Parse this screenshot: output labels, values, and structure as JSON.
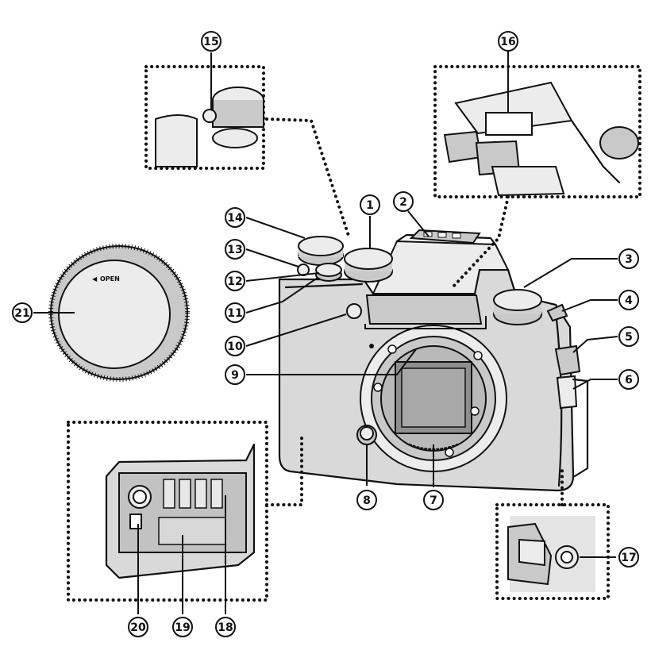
{
  "diagram": {
    "callouts": [
      {
        "id": "1",
        "label": "1"
      },
      {
        "id": "2",
        "label": "2"
      },
      {
        "id": "3",
        "label": "3"
      },
      {
        "id": "4",
        "label": "4"
      },
      {
        "id": "5",
        "label": "5"
      },
      {
        "id": "6",
        "label": "6"
      },
      {
        "id": "7",
        "label": "7"
      },
      {
        "id": "8",
        "label": "8"
      },
      {
        "id": "9",
        "label": "9"
      },
      {
        "id": "10",
        "label": "10"
      },
      {
        "id": "11",
        "label": "11"
      },
      {
        "id": "12",
        "label": "12"
      },
      {
        "id": "13",
        "label": "13"
      },
      {
        "id": "14",
        "label": "14"
      },
      {
        "id": "15",
        "label": "15"
      },
      {
        "id": "16",
        "label": "16"
      },
      {
        "id": "17",
        "label": "17"
      },
      {
        "id": "18",
        "label": "18"
      },
      {
        "id": "19",
        "label": "19"
      },
      {
        "id": "20",
        "label": "20"
      },
      {
        "id": "21",
        "label": "21"
      }
    ],
    "body_cap_text": "OPEN",
    "body_cap_arrow": "◀"
  },
  "colors": {
    "line": "#111111",
    "body_fill": "#d9d9d9",
    "light_fill": "#ececec",
    "dark_fill": "#9a9a9a",
    "background": "#ffffff"
  }
}
